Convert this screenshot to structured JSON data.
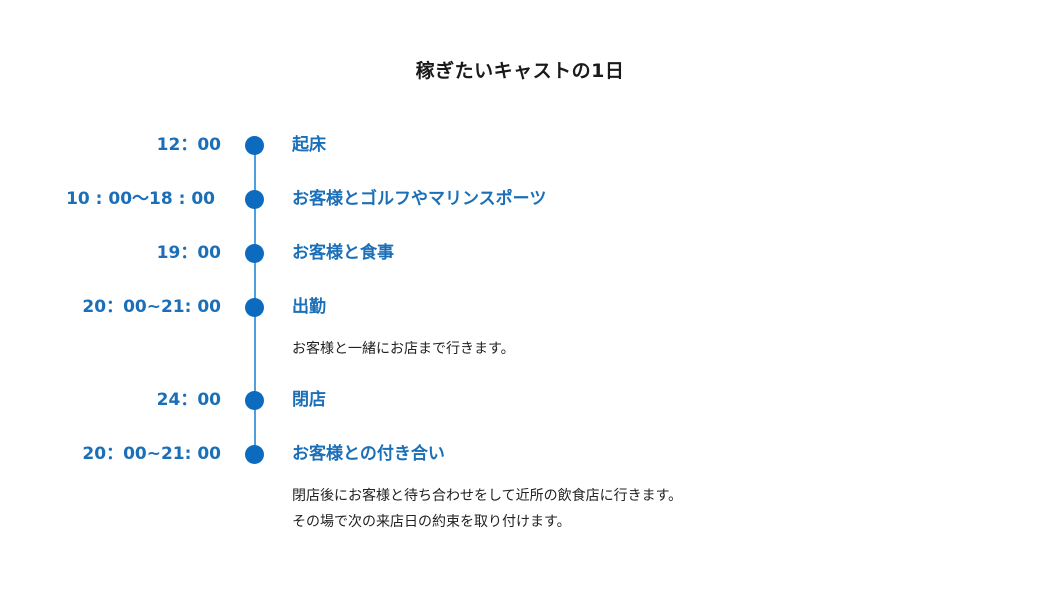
{
  "title": "稼ぎたいキャストの1日",
  "schedule": [
    {
      "time": "12：00",
      "label": "起床"
    },
    {
      "time": "10 : 00〜18 : 00",
      "label": "お客様とゴルフやマリンスポーツ"
    },
    {
      "time": "19：00",
      "label": "お客様と食事"
    },
    {
      "time": "20：00~21:  00",
      "label": "出勤",
      "description": [
        "お客様と一緒にお店まで行きます。"
      ]
    },
    {
      "time": "24：00",
      "label": "閉店"
    },
    {
      "time": "20：00~21:  00",
      "label": "お客様との付き合い",
      "description": [
        "閉店後にお客様と待ち合わせをして近所の飲食店に行きます。",
        "その場で次の来店日の約束を取り付けます。"
      ]
    }
  ],
  "colors": {
    "accent": "#1a6fb8",
    "dot": "#0d6bbf",
    "line": "#4f9fdc",
    "text": "#222222"
  }
}
